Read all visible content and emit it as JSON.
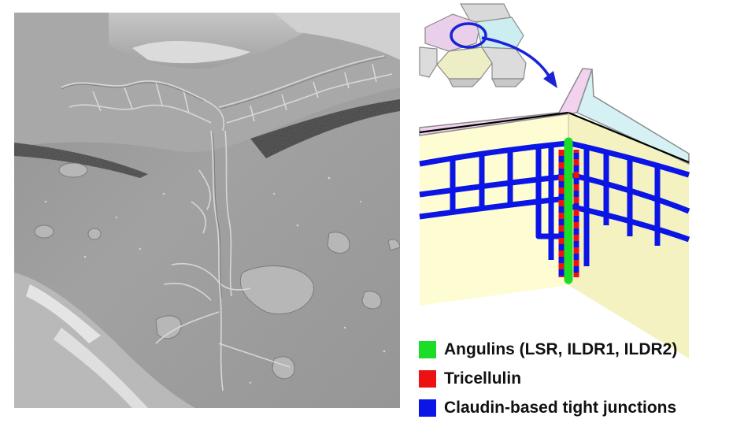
{
  "figure": {
    "micrograph": {
      "description_icon": "freeze-fracture-micrograph"
    },
    "legend": [
      {
        "label": "Angulins (LSR, ILDR1, ILDR2)",
        "color": "#1bdc26"
      },
      {
        "label": "Tricellulin",
        "color": "#ee1111"
      },
      {
        "label": "Claudin-based tight junctions",
        "color": "#0b16e6"
      }
    ]
  }
}
